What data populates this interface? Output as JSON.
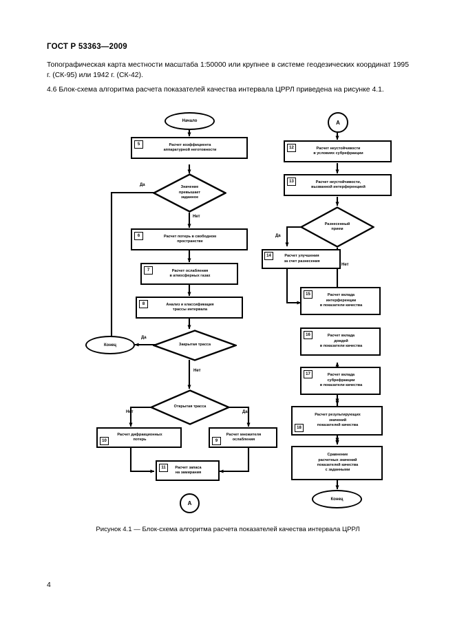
{
  "document": {
    "standard_header": "ГОСТ Р 53363—2009",
    "page_number": "4",
    "paragraph_1": "Топографическая карта местности масштаба 1:50000 или крупнее в системе геодезических координат 1995 г. (СК-95) или 1942 г. (СК-42).",
    "paragraph_2": "4.6  Блок-схема алгоритма расчета показателей качества интервала ЦРРЛ приведена на рисунке 4.1.",
    "figure_caption": "Рисунок  4.1 — Блок-схема алгоритма расчета показателей качества интервала ЦРРЛ"
  },
  "flowchart": {
    "start": "Начало",
    "end_left": "Конец",
    "end_right": "Конец",
    "connector_out": "A",
    "connector_in": "A",
    "yes": "Да",
    "no": "Нет",
    "nodes": {
      "n5": {
        "num": "5",
        "text": "Расчет коэффициента\nаппаратурной неготовности"
      },
      "n6": {
        "num": "6",
        "text": "Расчет потерь в свободном\nпространстве"
      },
      "n7": {
        "num": "7",
        "text": "Расчет ослабления\nв атмосферных газах"
      },
      "n8": {
        "num": "8",
        "text": "Анализ и классификация\nтрассы интервала"
      },
      "n9": {
        "num": "9",
        "text": "Расчет множителя\nослабления"
      },
      "n10": {
        "num": "10",
        "text": "Расчет дифракционных\nпотерь"
      },
      "n11": {
        "num": "11",
        "text": "Расчет запаса\nна замирания"
      },
      "n12": {
        "num": "12",
        "text": "Расчет неустойчивости\nв условиях субрефракции"
      },
      "n13": {
        "num": "13",
        "text": "Расчет неустойчивости,\nвызванной интерференцией"
      },
      "n14": {
        "num": "14",
        "text": "Расчет улучшения\nза счет разнесения"
      },
      "n15": {
        "num": "15",
        "text": "Расчет вклада\nинтерференции\nв показатели качества"
      },
      "n16": {
        "num": "16",
        "text": "Расчет вклада\nдождей\nв показатели качества"
      },
      "n17": {
        "num": "17",
        "text": "Расчет вклада\nсубрефракции\nв показатели качества"
      },
      "n18": {
        "num": "18",
        "text": "Расчет результирующих\nзначений\nпоказателей качества"
      },
      "n19": {
        "num": "",
        "text": "Сравнение\nрасчетных значений\nпоказателей качества\nс заданными"
      }
    },
    "decisions": {
      "d1": "Значение\nпревышает\nзаданное",
      "d2": "Закрытая трасса",
      "d3": "Открытая трасса",
      "d4": "Разнесенный\nприем"
    }
  }
}
